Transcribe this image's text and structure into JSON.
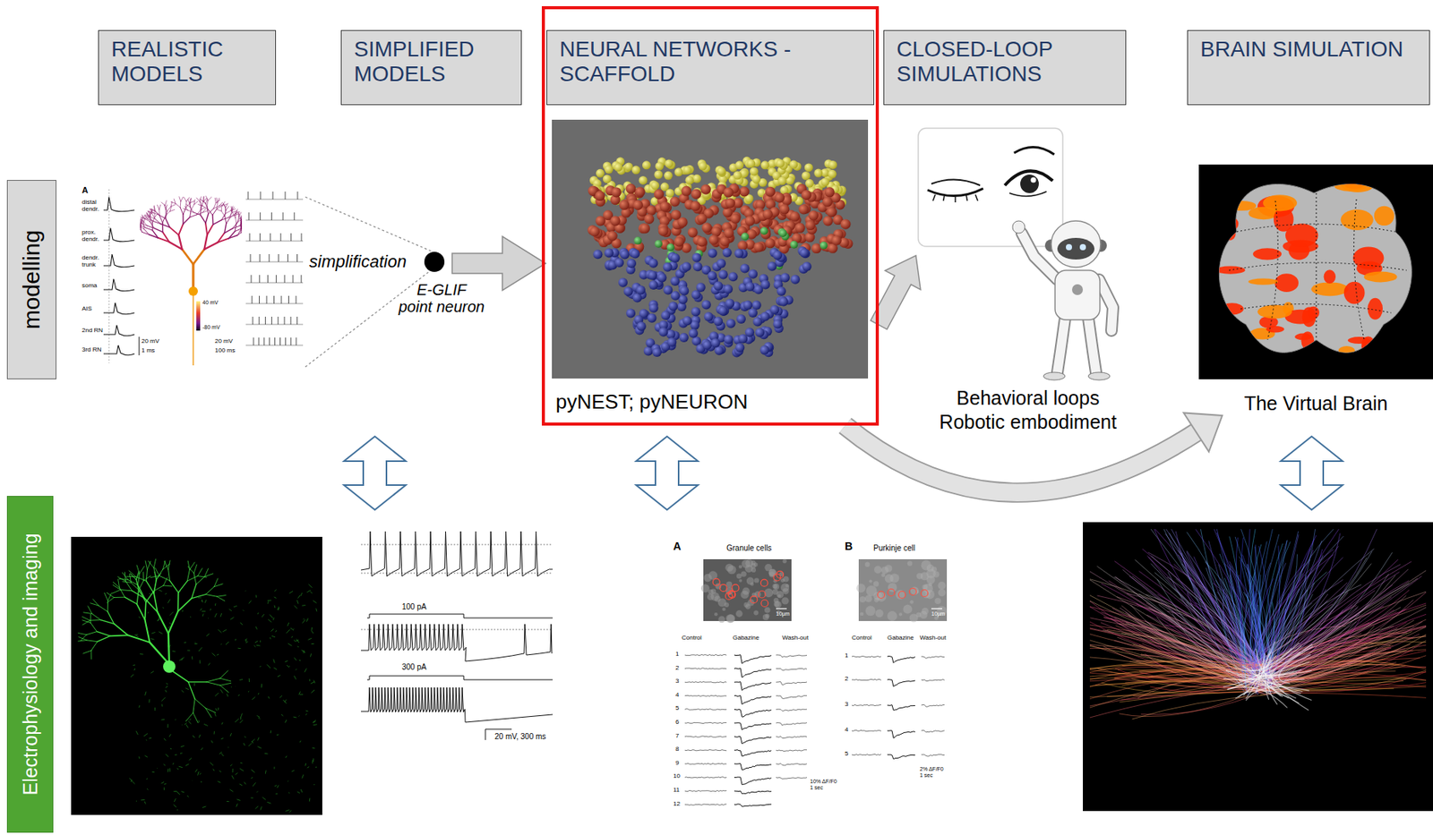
{
  "diagram": {
    "nodes": [
      {
        "text": [
          "REALISTIC MODELS"
        ]
      },
      {
        "text": [
          "SIMPLIFIED MODELS"
        ]
      },
      {
        "text": [
          "pyNEST; pyNEURON"
        ]
      },
      {
        "text": [
          "NEURAL NETWORKS - SCAFFOLD"
        ],
        "in": 2
      },
      {
        "text": [
          "CLOSED-LOOP SIMULATIONS"
        ]
      },
      {
        "text": [
          "BRAIN SIMULATION"
        ]
      },
      {
        "text": [
          "modelling"
        ]
      },
      {
        "text": [
          "Behavioral loops Robotic embodiment"
        ]
      },
      {
        "text": [
          "The Virtual Brain"
        ]
      },
      {
        "text": [
          "Electrophysiology and imaging"
        ]
      }
    ],
    "edges": [
      {
        "from": 2,
        "to": 7,
        "arrow": "to"
      },
      {
        "from": 2,
        "to": 8,
        "arrow": "to"
      }
    ],
    "labels": [
      "A",
      "distal dendr.",
      "prox. dendr.",
      "dendr. trunk",
      "soma",
      "AIS",
      "2nd RN",
      "3rd RN",
      "20 mV",
      "1 ms",
      "40 mV",
      "-80 mV",
      "20 mV",
      "100 ms",
      "simplification",
      "E-GLIF point neuron",
      "100 pA",
      "300 pA",
      "20 mV, 300 ms",
      "A",
      "Granule cells",
      "10µm",
      "B",
      "Purkinje cell",
      "10µm",
      "Control",
      "Gabazine",
      "Wash-out",
      "1",
      "2",
      "3",
      "4",
      "5",
      "6",
      "7",
      "8",
      "9",
      "10",
      "11",
      "12",
      "10% ΔF/F0 1 sec",
      "Control",
      "Gabazine",
      "Wash-out",
      "1",
      "2",
      "3",
      "4",
      "5",
      "2% ΔF/F0 1 sec"
    ]
  }
}
